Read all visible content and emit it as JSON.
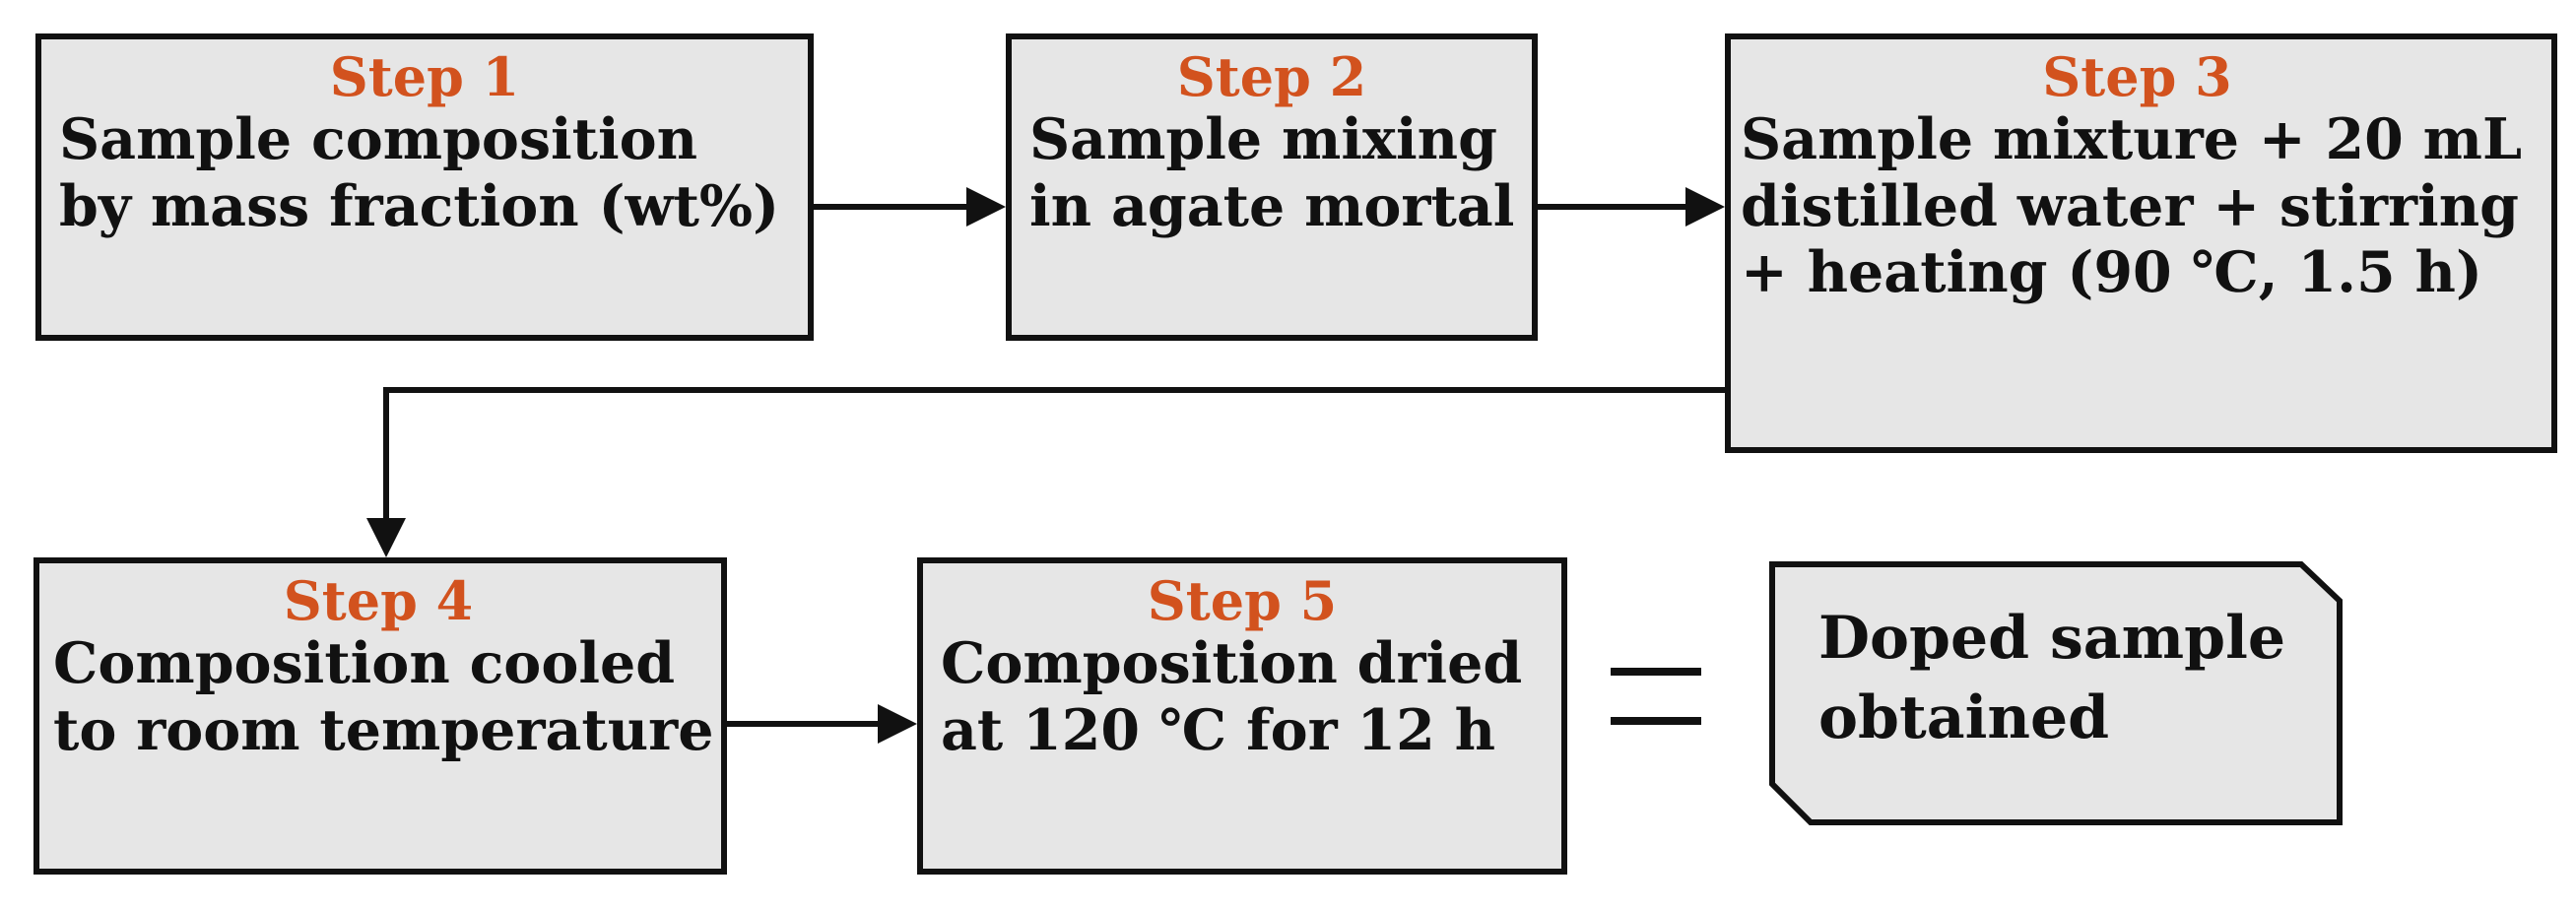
{
  "colors": {
    "box_fill": "#e6e6e6",
    "border": "#111111",
    "step_title": "#d2521e",
    "text": "#111111"
  },
  "steps": [
    {
      "title": "Step 1",
      "lines": [
        "Sample composition",
        "by mass fraction (wt%)"
      ]
    },
    {
      "title": "Step 2",
      "lines": [
        "Sample mixing",
        "in agate mortal"
      ]
    },
    {
      "title": "Step 3",
      "lines": [
        "Sample mixture + 20 mL",
        "distilled water + stirring",
        "+ heating (90 ℃, 1.5 h)"
      ]
    },
    {
      "title": "Step 4",
      "lines": [
        "Composition cooled",
        "to room temperature"
      ]
    },
    {
      "title": "Step 5",
      "lines": [
        "Composition dried",
        "at 120 ℃ for 12 h"
      ]
    }
  ],
  "result": {
    "lines": [
      "Doped sample",
      "obtained"
    ]
  }
}
